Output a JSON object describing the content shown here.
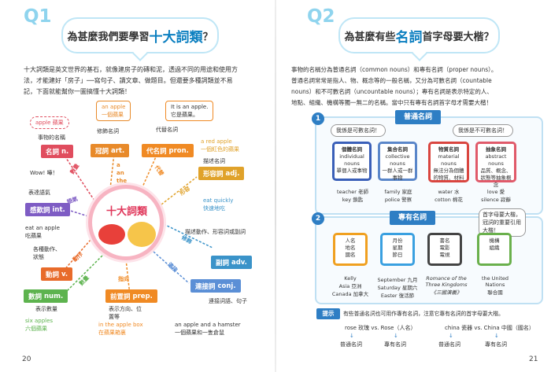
{
  "left": {
    "q": "Q1",
    "question_pre": "為甚麼我們要學習",
    "question_hl": "十大詞類",
    "question_post": "？",
    "intro": [
      "十大詞類是英文世界的基石，就像建房子的磚和泥，透過不同的用途和使用方",
      "法，才能建好「房子」──寫句子、讀文章、做題目。但還要多種詞類並不易",
      "記，下面就能幫你一圖搞懂十大詞類！"
    ],
    "hub": "十大詞類",
    "page_number": "20",
    "nodes": {
      "noun": {
        "label": "名詞",
        "abbr": "n.",
        "note": "事物的名稱",
        "example": "apple 蘋果",
        "color": "#e04d5e"
      },
      "article": {
        "label": "冠詞",
        "abbr": "art.",
        "note": "修飾名詞",
        "example": [
          "an apple",
          "一個蘋果"
        ],
        "color": "#e88a2a"
      },
      "pronoun": {
        "label": "代名詞",
        "abbr": "pron.",
        "note": "代替名詞",
        "example": [
          "It is an apple.",
          "它是蘋果。"
        ],
        "color": "#f08a24"
      },
      "adjective": {
        "label": "形容詞",
        "abbr": "adj.",
        "note": "描述名詞",
        "example": [
          "a red apple",
          "一個紅色的蘋果"
        ],
        "color": "#e0a22a"
      },
      "interjection": {
        "label": "感歎詞",
        "abbr": "int.",
        "note": "表達語氣",
        "example": "Wow! 嘩！",
        "color": "#7e5cc4"
      },
      "adverb": {
        "label": "副詞",
        "abbr": "adv.",
        "note": "描述動作、形容詞或副詞",
        "example": [
          "eat quickly",
          "快速地吃"
        ],
        "color": "#3a93c9"
      },
      "verb": {
        "label": "動詞",
        "abbr": "v.",
        "note": "各種動作、狀態",
        "example": [
          "eat an apple",
          "吃蘋果"
        ],
        "color": "#e86b2a"
      },
      "conjunction": {
        "label": "連接詞",
        "abbr": "conj.",
        "note": "連接詞語、句子",
        "example": [
          "an apple and a hamster",
          "一個蘋果和一隻倉鼠"
        ],
        "color": "#5b8fd6"
      },
      "numeral": {
        "label": "數詞",
        "abbr": "num.",
        "note": "表示數量",
        "example": [
          "six apples",
          "六個蘋果"
        ],
        "color": "#5db34e"
      },
      "preposition": {
        "label": "前置詞",
        "abbr": "prep.",
        "note": "表示方向、位置等",
        "example": [
          "in the apple box",
          "在蘋果箱裏"
        ],
        "color": "#f08a24"
      }
    },
    "arrow_labels": {
      "noun": "數量",
      "article": "a an the",
      "adjective": "形容",
      "pronoun": "代替",
      "adverb": "修飾",
      "verb": "動作",
      "interjection": "語氣",
      "numeral": "數量",
      "preposition": "指向",
      "conjunction": "連接"
    }
  },
  "right": {
    "q": "Q2",
    "question_pre": "為甚麼有些",
    "question_hl": "名詞",
    "question_post": "首字母要大楷？",
    "intro": [
      "事物的名稱分為普通名詞（common nouns）和專有名詞（proper nouns）。",
      "普通名詞常常是指人、物、概念等的一般名稱，又分為可數名詞（countable",
      "nouns）和不可數名詞（uncountable nouns）；專有名詞是表示特定的人、",
      "地點、組織、機構等獨一無二的名稱。當中只有專有名詞首字母才需要大楷！"
    ],
    "page_number": "21",
    "section1": {
      "num": "1",
      "title": "普通名詞",
      "bubble_left": "我係是可數名詞！",
      "bubble_right": "我係是不可數名詞！",
      "cards": [
        {
          "title": "個體名詞",
          "en": "individual nouns",
          "zh": "單個人或事物",
          "words": [
            "teacher 老師",
            "key 鎖匙"
          ],
          "color": "#3a5fb8"
        },
        {
          "title": "集合名詞",
          "en": "collective nouns",
          "zh": "一群人或一群事物",
          "words": [
            "family 家庭",
            "police 警察"
          ],
          "color": "#5a86c9"
        },
        {
          "title": "物質名詞",
          "en": "material nouns",
          "zh": "無法分為個體的物質、材料",
          "words": [
            "water 水",
            "cotton 棉花"
          ],
          "color": "#d9453f"
        },
        {
          "title": "抽象名詞",
          "en": "abstract nouns",
          "zh": "品質、概念、狀態等抽象概念",
          "words": [
            "love 愛",
            "silence 寂靜"
          ],
          "color": "#e05a6a"
        }
      ]
    },
    "section2": {
      "num": "2",
      "title": "專有名詞",
      "bubble": "首字母要大楷，冠詞的重要引用大楷！",
      "cards": [
        {
          "lines": [
            "人名",
            "地名",
            "國名"
          ],
          "words": [
            "Kelly",
            "Asia 亞洲",
            "Canada 加拿大"
          ],
          "color": "#f0a020"
        },
        {
          "lines": [
            "月份",
            "星期",
            "節日"
          ],
          "words": [
            "September 九月",
            "Saturday 星期六",
            "Easter 復活節"
          ],
          "color": "#3aa0e0"
        },
        {
          "lines": [
            "書名",
            "電影",
            "電視"
          ],
          "words": [
            "Romance of the",
            "Three Kingdoms",
            "《三國演義》"
          ],
          "color": "#444444"
        },
        {
          "lines": [
            "機構",
            "組織"
          ],
          "words": [
            "the United",
            "Nations",
            "聯合國"
          ],
          "color": "#6ab04c"
        }
      ]
    },
    "tip": {
      "label": "提示",
      "text": "有些普通名詞也可用作專有名詞，注意它專有名詞的首字母要大楷。",
      "pairs": [
        {
          "a": "rose 玫瑰",
          "vs": "vs.",
          "b": "Rose（人名）",
          "a_type": "普通名詞",
          "b_type": "專有名詞"
        },
        {
          "a": "china 瓷器",
          "vs": "vs.",
          "b": "China 中國（國名）",
          "a_type": "普通名詞",
          "b_type": "專有名詞"
        }
      ]
    }
  },
  "colors": {
    "accent": "#0b7fc0",
    "hub": "#e0365a",
    "badge": "#8fd4ee",
    "section": "#2e7ec4"
  }
}
